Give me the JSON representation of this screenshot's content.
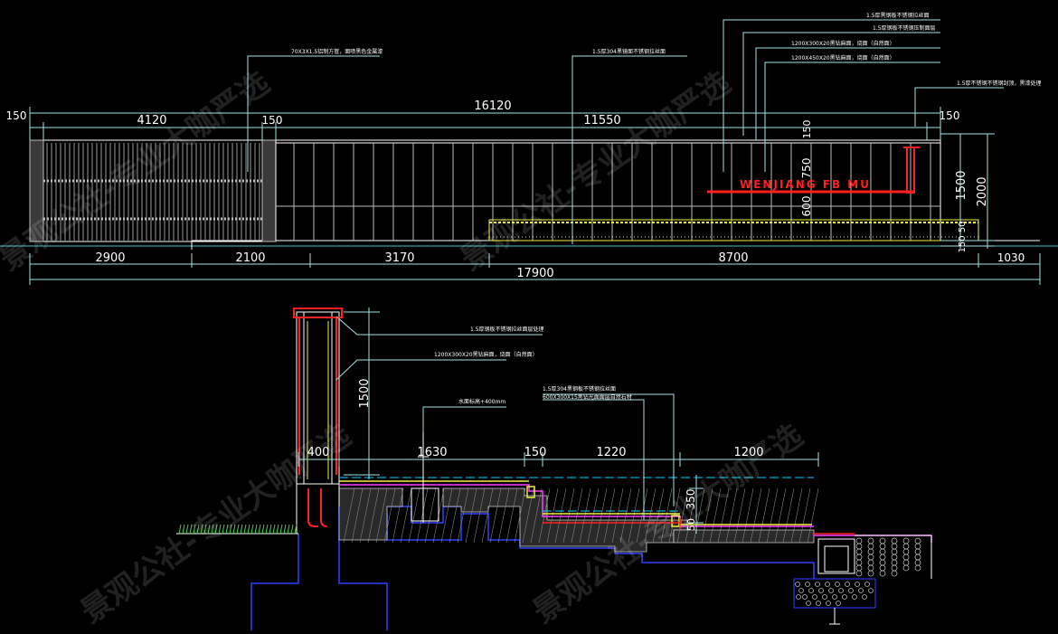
{
  "elevation": {
    "top_dims": [
      "150",
      "4120",
      "150",
      "11550",
      "150"
    ],
    "total_top": "16120",
    "right_vertical": [
      "150",
      "750",
      "600"
    ],
    "right_total_vertical": [
      "1500",
      "2000"
    ],
    "right_small": "150 50",
    "bottom_dims": [
      "2900",
      "2100",
      "3170",
      "8700",
      "1030"
    ],
    "total_bottom": "17900",
    "sign_text": "WENJIANG FB MU",
    "notes": [
      "70X3X1.5铝制方管，面喷黑色金属漆",
      "1.5厚304黑镜面不锈钢拉丝面",
      "1.5厚黑钢板不锈钢拉丝面",
      "1.5厚钢板不锈钢压制面层",
      "1200X300X20黑钻麻面，烧面（自然面）",
      "1200X450X20黑钻麻面，烧面（自然面）",
      "1.5厚不锈钢不锈钢封顶，黑漆处理"
    ]
  },
  "section": {
    "height_dim": "1500",
    "horiz_dims": [
      "400",
      "1630",
      "150",
      "1220",
      "1200"
    ],
    "vert_dims": [
      "350",
      "50"
    ],
    "notes": [
      "1.5厚钢板不锈钢拉丝面层处理",
      "1200X300X20黑钻麻面，烧面（自然面）",
      "水面标高+400mm",
      "1.5厚304黑钢板不锈钢拉丝面",
      "600X300X15黑钻光面面层自然石材"
    ]
  },
  "watermark": "景观公社-专业大咖严选",
  "colors": {
    "dim": "#9fe3e6",
    "wall": "#ffffff",
    "red": "#ff2020",
    "magenta": "#ff40ff",
    "blue": "#3040ff",
    "yellow": "#f0f040",
    "cyan": "#00d8ff",
    "green": "#40d040"
  }
}
